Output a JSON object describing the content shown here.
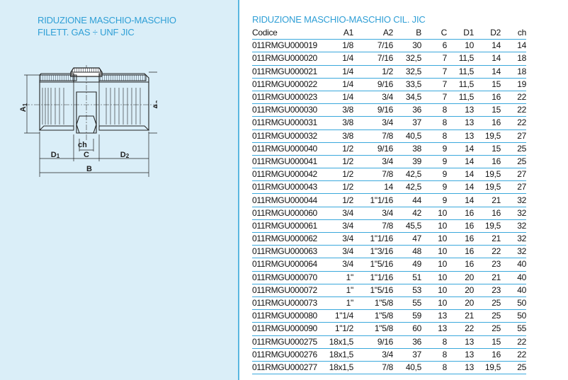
{
  "left": {
    "title_line1": "RIDUZIONE MASCHIO-MASCHIO",
    "title_line2": "FILETT. GAS  ÷ UNF JIC",
    "drawing": {
      "label_a1": "A",
      "label_a1_sub": "1",
      "label_a2": "A",
      "label_a2_sub": "2",
      "label_ch": "ch",
      "label_d1": "D",
      "label_d1_sub": "1",
      "label_c": "C",
      "label_d2": "D",
      "label_d2_sub": "2",
      "label_b": "B"
    }
  },
  "right": {
    "title": "RIDUZIONE MASCHIO-MASCHIO CIL. JIC",
    "columns": [
      "Codice",
      "A1",
      "A2",
      "B",
      "C",
      "D1",
      "D2",
      "ch"
    ],
    "rows": [
      [
        "011RMGU000019",
        "1/8",
        "7/16",
        "30",
        "6",
        "10",
        "14",
        "14"
      ],
      [
        "011RMGU000020",
        "1/4",
        "7/16",
        "32,5",
        "7",
        "11,5",
        "14",
        "18"
      ],
      [
        "011RMGU000021",
        "1/4",
        "1/2",
        "32,5",
        "7",
        "11,5",
        "14",
        "18"
      ],
      [
        "011RMGU000022",
        "1/4",
        "9/16",
        "33,5",
        "7",
        "11,5",
        "15",
        "19"
      ],
      [
        "011RMGU000023",
        "1/4",
        "3/4",
        "34,5",
        "7",
        "11,5",
        "16",
        "22"
      ],
      [
        "011RMGU000030",
        "3/8",
        "9/16",
        "36",
        "8",
        "13",
        "15",
        "22"
      ],
      [
        "011RMGU000031",
        "3/8",
        "3/4",
        "37",
        "8",
        "13",
        "16",
        "22"
      ],
      [
        "011RMGU000032",
        "3/8",
        "7/8",
        "40,5",
        "8",
        "13",
        "19,5",
        "27"
      ],
      [
        "011RMGU000040",
        "1/2",
        "9/16",
        "38",
        "9",
        "14",
        "15",
        "25"
      ],
      [
        "011RMGU000041",
        "1/2",
        "3/4",
        "39",
        "9",
        "14",
        "16",
        "25"
      ],
      [
        "011RMGU000042",
        "1/2",
        "7/8",
        "42,5",
        "9",
        "14",
        "19,5",
        "27"
      ],
      [
        "011RMGU000043",
        "1/2",
        "14",
        "42,5",
        "9",
        "14",
        "19,5",
        "27"
      ],
      [
        "011RMGU000044",
        "1/2",
        "1\"1/16",
        "44",
        "9",
        "14",
        "21",
        "32"
      ],
      [
        "011RMGU000060",
        "3/4",
        "3/4",
        "42",
        "10",
        "16",
        "16",
        "32"
      ],
      [
        "011RMGU000061",
        "3/4",
        "7/8",
        "45,5",
        "10",
        "16",
        "19,5",
        "32"
      ],
      [
        "011RMGU000062",
        "3/4",
        "1\"1/16",
        "47",
        "10",
        "16",
        "21",
        "32"
      ],
      [
        "011RMGU000063",
        "3/4",
        "1\"3/16",
        "48",
        "10",
        "16",
        "22",
        "32"
      ],
      [
        "011RMGU000064",
        "3/4",
        "1\"5/16",
        "49",
        "10",
        "16",
        "23",
        "40"
      ],
      [
        "011RMGU000070",
        "1\"",
        "1\"1/16",
        "51",
        "10",
        "20",
        "21",
        "40"
      ],
      [
        "011RMGU000072",
        "1\"",
        "1\"5/16",
        "53",
        "10",
        "20",
        "23",
        "40"
      ],
      [
        "011RMGU000073",
        "1\"",
        "1\"5/8",
        "55",
        "10",
        "20",
        "25",
        "50"
      ],
      [
        "011RMGU000080",
        "1\"1/4",
        "1\"5/8",
        "59",
        "13",
        "21",
        "25",
        "50"
      ],
      [
        "011RMGU000090",
        "1\"1/2",
        "1\"5/8",
        "60",
        "13",
        "22",
        "25",
        "55"
      ],
      [
        "011RMGU000275",
        "18x1,5",
        "9/16",
        "36",
        "8",
        "13",
        "15",
        "22"
      ],
      [
        "011RMGU000276",
        "18x1,5",
        "3/4",
        "37",
        "8",
        "13",
        "16",
        "22"
      ],
      [
        "011RMGU000277",
        "18x1,5",
        "7/8",
        "40,5",
        "8",
        "13",
        "19,5",
        "25"
      ]
    ]
  }
}
